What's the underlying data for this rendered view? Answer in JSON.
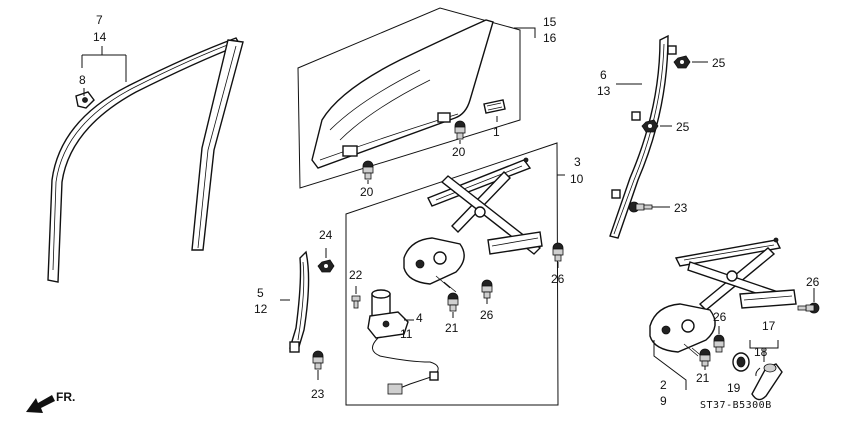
{
  "diagram": {
    "code": "ST37-B5300B",
    "direction": "FR.",
    "labels": {
      "l1": "1",
      "l2": "2",
      "l3": "3",
      "l4": "4",
      "l5": "5",
      "l6": "6",
      "l7": "7",
      "l8": "8",
      "l9": "9",
      "l10": "10",
      "l11": "11",
      "l12": "12",
      "l13": "13",
      "l14": "14",
      "l15": "15",
      "l16": "16",
      "l17": "17",
      "l18": "18",
      "l19": "19",
      "l20a": "20",
      "l20b": "20",
      "l21a": "21",
      "l21b": "21",
      "l22": "22",
      "l23a": "23",
      "l23b": "23",
      "l24": "24",
      "l25a": "25",
      "l25b": "25",
      "l26a": "26",
      "l26b": "26",
      "l26c": "26",
      "l26d": "26"
    }
  }
}
